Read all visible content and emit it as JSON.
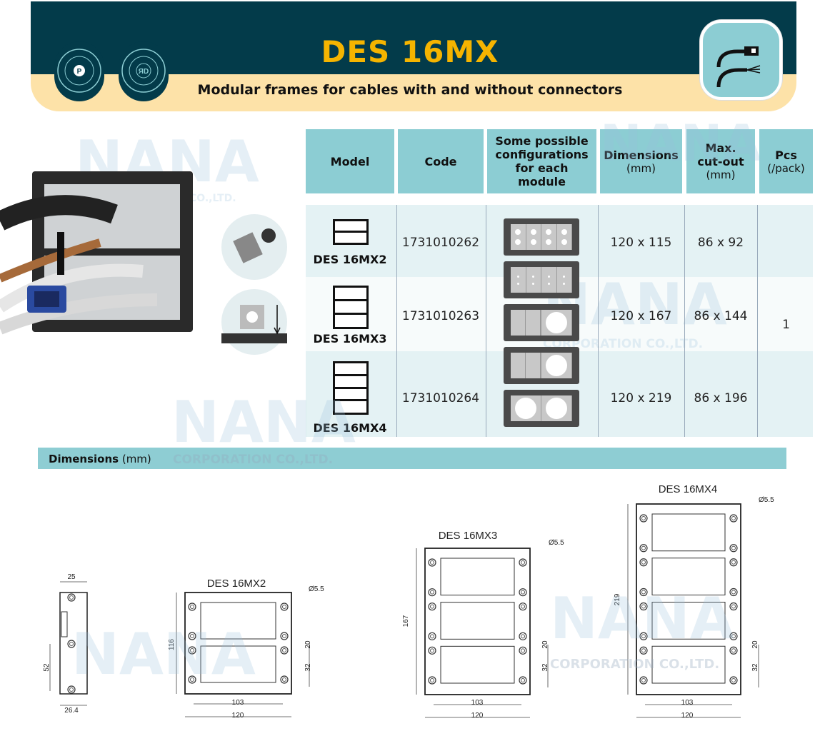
{
  "header": {
    "title": "DES 16MX",
    "subtitle": "Modular frames for cables with and without connectors",
    "seals": [
      "PATENTED",
      "REGISTERED DESIGN"
    ],
    "colors": {
      "banner": "#033b4a",
      "title": "#f5b400",
      "band": "#fde2a8",
      "accent": "#8ccdd3"
    }
  },
  "table": {
    "headers": [
      {
        "bold": "Model",
        "sub": ""
      },
      {
        "bold": "Code",
        "sub": ""
      },
      {
        "bold": "Some possible configurations for each module",
        "sub": ""
      },
      {
        "bold": "Dimensions",
        "sub": "(mm)"
      },
      {
        "bold": "Max. cut-out",
        "sub": "(mm)"
      },
      {
        "bold": "Pcs",
        "sub": "(/pack)"
      }
    ],
    "rows": [
      {
        "model": "DES 16MX2",
        "code": "1731010262",
        "dimensions": "120 x 115",
        "cutout": "86 x 92"
      },
      {
        "model": "DES 16MX3",
        "code": "1731010263",
        "dimensions": "120 x 167",
        "cutout": "86 x 144"
      },
      {
        "model": "DES 16MX4",
        "code": "1731010264",
        "dimensions": "120 x 219",
        "cutout": "86 x 196"
      }
    ],
    "pcs": "1"
  },
  "dimensions_section": {
    "label": "Dimensions",
    "unit": "(mm)"
  },
  "drawings": {
    "side": {
      "top": "25",
      "height": "52",
      "bottom": "26.4"
    },
    "mx2": {
      "title": "DES 16MX2",
      "hole": "Ø5.5",
      "height": "116",
      "inner": "103",
      "width": "120",
      "gap": "20",
      "pitch": "32"
    },
    "mx3": {
      "title": "DES 16MX3",
      "hole": "Ø5.5",
      "height": "167",
      "inner": "103",
      "width": "120",
      "gap": "20",
      "pitch": "32"
    },
    "mx4": {
      "title": "DES 16MX4",
      "hole": "Ø5.5",
      "height": "219",
      "inner": "103",
      "width": "120",
      "gap": "20",
      "pitch": "32"
    }
  },
  "watermark": {
    "brand": "NANA",
    "company": "CORPORATION CO.,LTD.",
    "short": "CO.,LTD."
  }
}
